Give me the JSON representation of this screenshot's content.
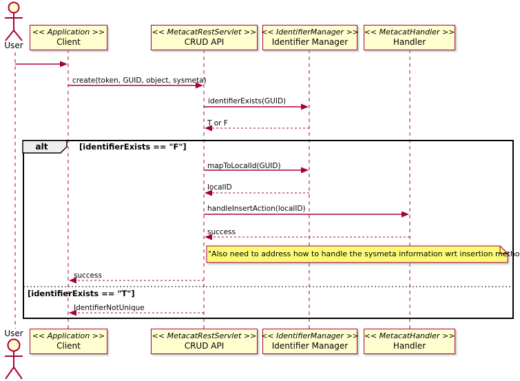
{
  "diagram_type": "uml-sequence-diagram",
  "actor": {
    "top_label": "User",
    "bottom_label": "User"
  },
  "participants": [
    {
      "stereotype": "<< Application >>",
      "name": "Client"
    },
    {
      "stereotype": "<< MetacatRestServlet >>",
      "name": "CRUD API"
    },
    {
      "stereotype": "<< IdentifierManager >>",
      "name": "Identifier Manager"
    },
    {
      "stereotype": "<< MetacatHandler >>",
      "name": "Handler"
    }
  ],
  "messages": {
    "create": "create(token, GUID, object, sysmeta)",
    "identifier_exists": "identifierExists(GUID)",
    "t_or_f": "T or F",
    "map_to_local_id": "mapToLocalId(GUID)",
    "local_id": "localID",
    "handle_insert_action": "handleInsertAction(localID)",
    "success_from_handler": "success",
    "success_to_client": "success",
    "identifier_not_unique": "IdentifierNotUnique"
  },
  "alt_frame": {
    "operator": "alt",
    "guard_f": "[identifierExists == \"F\"]",
    "guard_t": "[identifierExists == \"T\"]"
  },
  "note": {
    "text": "\"Also need to address how to handle the sysmeta information wrt insertion methods\""
  },
  "colors": {
    "line": "#A80036",
    "participant_fill": "#FEFECE",
    "participant_border": "#A80036",
    "note_fill": "#FBFB77",
    "frame_border": "#000000",
    "pentagon_fill": "#EEEEEE"
  }
}
